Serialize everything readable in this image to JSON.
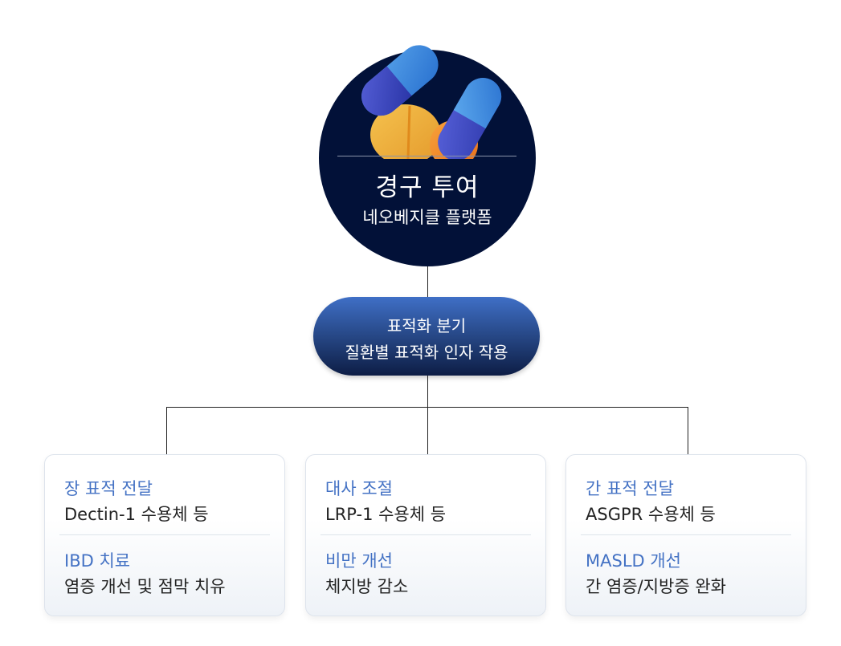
{
  "hub": {
    "title": "경구 투여",
    "subtitle": "네오베지클 플랫폼",
    "icon": "pills-icon"
  },
  "branch": {
    "line1": "표적화 분기",
    "line2": "질환별 표적화 인자 작용"
  },
  "cards": [
    {
      "head1": "장 표적 전달",
      "text1": "Dectin-1 수용체 등",
      "head2": "IBD 치료",
      "text2": "염증 개선 및 점막 치유"
    },
    {
      "head1": "대사 조절",
      "text1": "LRP-1 수용체 등",
      "head2": "비만 개선",
      "text2": "체지방 감소"
    },
    {
      "head1": "간 표적 전달",
      "text1": "ASGPR 수용체 등",
      "head2": "MASLD 개선",
      "text2": "간 염증/지방증 완화"
    }
  ],
  "colors": {
    "navy": "#021138",
    "accent": "#4472c4"
  }
}
